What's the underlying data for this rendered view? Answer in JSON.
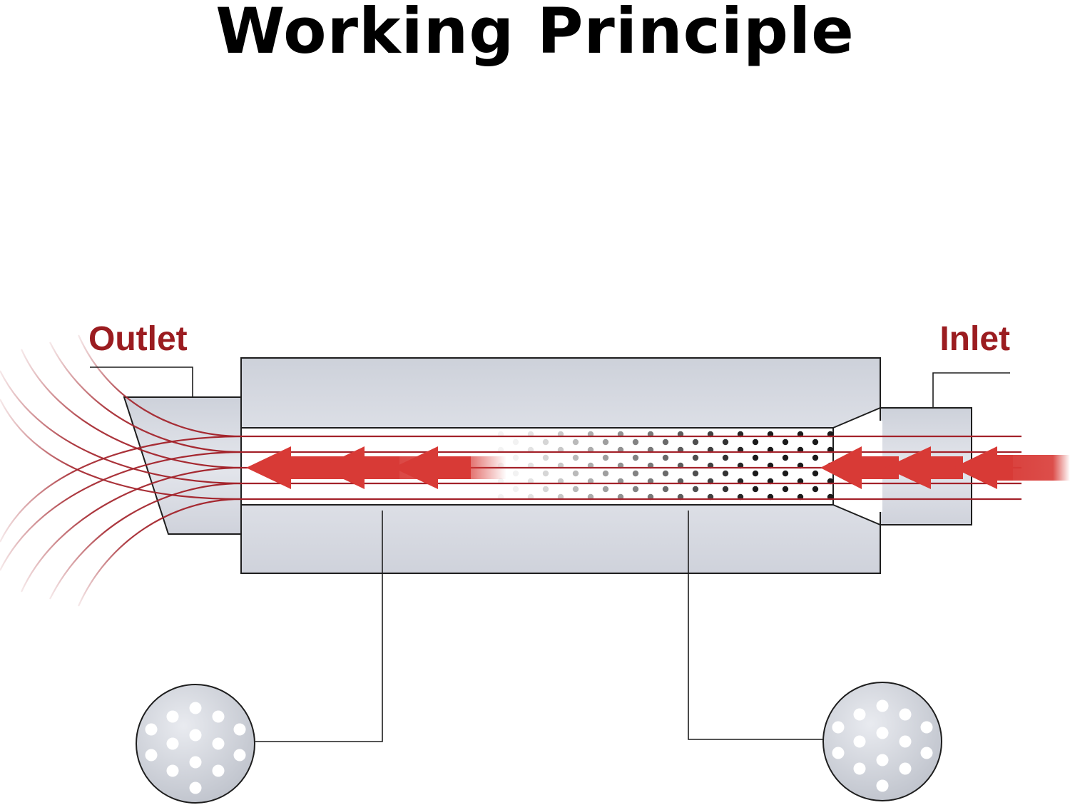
{
  "title": "Working Principle",
  "labels": {
    "outlet": "Outlet",
    "inlet": "Inlet"
  },
  "colors": {
    "title": "#000000",
    "label": "#9b1c20",
    "flow_line": "#a3222a",
    "arrow": "#d83a36",
    "body_fill": "#d8dbe3",
    "outline": "#1e1e1e",
    "perforation": "#1a1a1a"
  },
  "icons": {
    "detail_left": "perforated-tube-cross-section-icon",
    "detail_right": "perforated-tube-cross-section-icon"
  }
}
